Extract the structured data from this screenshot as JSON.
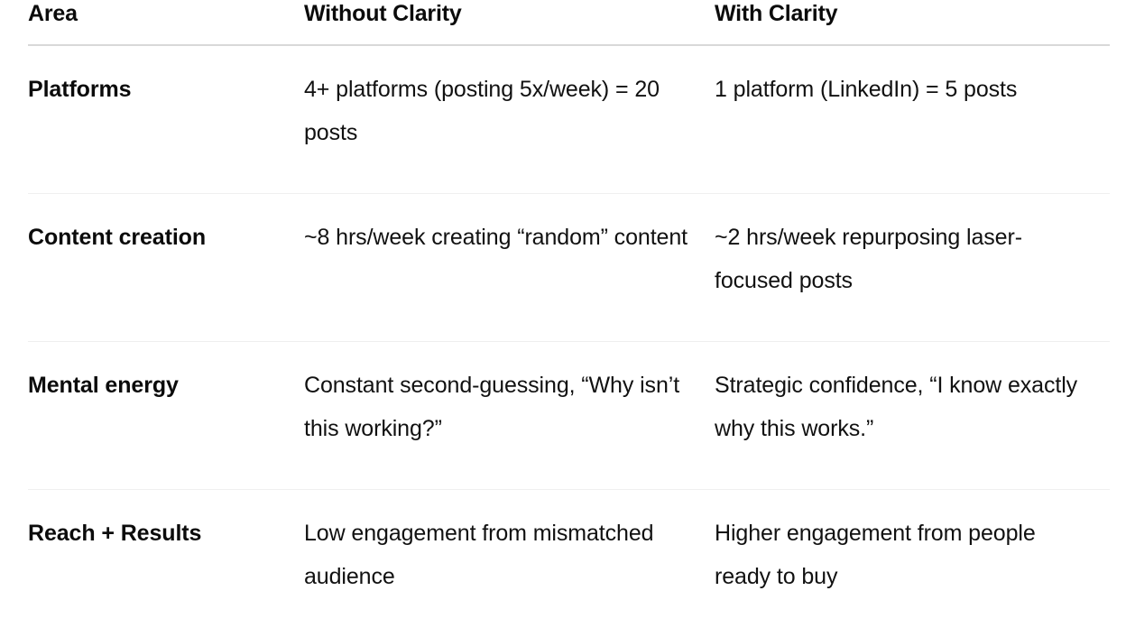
{
  "table": {
    "columns": [
      {
        "key": "area",
        "label": "Area"
      },
      {
        "key": "without",
        "label": "Without Clarity"
      },
      {
        "key": "with",
        "label": "With Clarity"
      }
    ],
    "rows": [
      {
        "area": "Platforms",
        "without": "4+ platforms (posting 5x/week) = 20 posts",
        "with": "1 platform (LinkedIn) = 5 posts"
      },
      {
        "area": "Content creation",
        "without": "~8 hrs/week creating “random” content",
        "with": "~2 hrs/week repurposing laser-focused posts"
      },
      {
        "area": "Mental energy",
        "without": "Constant second-guessing, “Why isn’t this working?”",
        "with": "Strategic confidence, “I know exactly why this works.”"
      },
      {
        "area": "Reach + Results",
        "without": "Low engagement from mismatched audience",
        "with": "Higher engagement from people ready to buy"
      }
    ]
  },
  "colors": {
    "background": "#ffffff",
    "text": "#111111",
    "heading": "#0b0b0b",
    "header_rule": "#d8d8d8",
    "row_rule": "#efefef"
  }
}
